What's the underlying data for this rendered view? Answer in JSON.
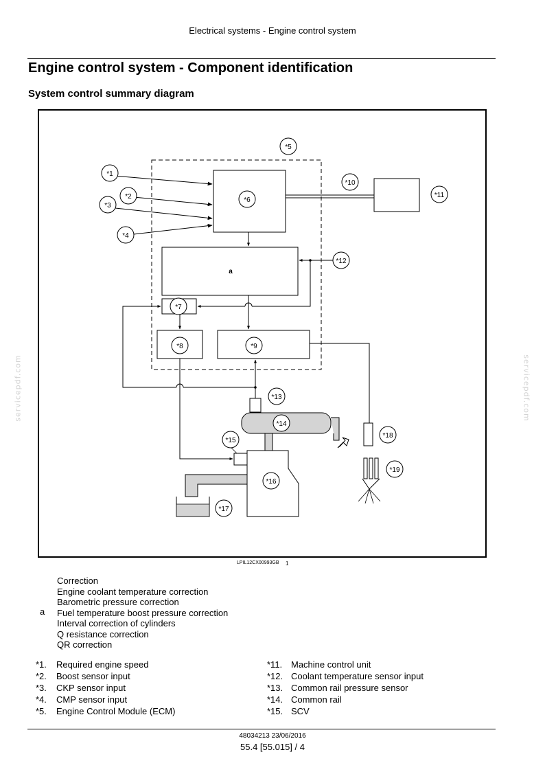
{
  "header": {
    "section": "Electrical systems - Engine control system",
    "title": "Engine control system - Component identification",
    "subtitle": "System control summary diagram"
  },
  "diagram": {
    "labels": {
      "c1": "*1",
      "c2": "*2",
      "c3": "*3",
      "c4": "*4",
      "c5": "*5",
      "c6": "*6",
      "c7": "*7",
      "c8": "*8",
      "c9": "*9",
      "c10": "*10",
      "c11": "*11",
      "c12": "*12",
      "c13": "*13",
      "c14": "*14",
      "c15": "*15",
      "c16": "*16",
      "c17": "*17",
      "c18": "*18",
      "c19": "*19",
      "box_a": "a"
    },
    "figure_ref": "LPIL12CX00993GB",
    "figure_number": "1"
  },
  "watermark": "servicepdf.com",
  "legend_a": {
    "letter": "a",
    "lines": [
      "Correction",
      "Engine coolant temperature correction",
      "Barometric pressure correction",
      "Fuel temperature boost pressure correction",
      "Interval correction of cylinders",
      "Q resistance correction",
      "QR correction"
    ]
  },
  "legend_left": [
    {
      "num": "*1.",
      "text": "Required engine speed"
    },
    {
      "num": "*2.",
      "text": "Boost sensor input"
    },
    {
      "num": "*3.",
      "text": "CKP sensor input"
    },
    {
      "num": "*4.",
      "text": "CMP sensor input"
    },
    {
      "num": "*5.",
      "text": "Engine Control Module (ECM)"
    }
  ],
  "legend_right": [
    {
      "num": "*11.",
      "text": "Machine control unit"
    },
    {
      "num": "*12.",
      "text": "Coolant temperature sensor input"
    },
    {
      "num": "*13.",
      "text": "Common rail pressure sensor"
    },
    {
      "num": "*14.",
      "text": "Common rail"
    },
    {
      "num": "*15.",
      "text": "SCV"
    }
  ],
  "footer": {
    "doc_code": "48034213 23/06/2016",
    "page": "55.4 [55.015] / 4"
  }
}
